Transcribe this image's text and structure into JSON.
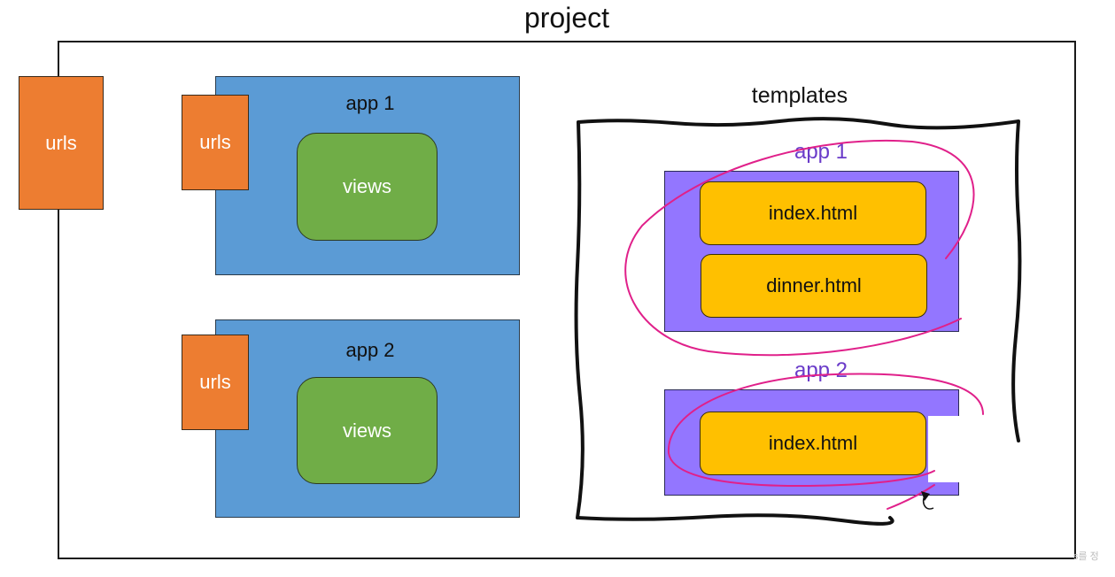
{
  "project": {
    "title": "project"
  },
  "root_urls": {
    "label": "urls"
  },
  "apps": [
    {
      "title": "app 1",
      "urls_label": "urls",
      "views_label": "views"
    },
    {
      "title": "app 2",
      "urls_label": "urls",
      "views_label": "views"
    }
  ],
  "templates": {
    "title": "templates",
    "folders": [
      {
        "title": "app 1",
        "files": [
          "index.html",
          "dinner.html"
        ]
      },
      {
        "title": "app 2",
        "files": [
          "index.html"
        ]
      }
    ]
  },
  "corner_caption": "s를 정",
  "colors": {
    "urls": "#ed7d31",
    "app_box": "#5b9bd5",
    "views": "#70ad47",
    "template_folder": "#9376ff",
    "template_file": "#ffc000",
    "annotation": "#e0208a",
    "folder_title": "#6a3bc9"
  }
}
